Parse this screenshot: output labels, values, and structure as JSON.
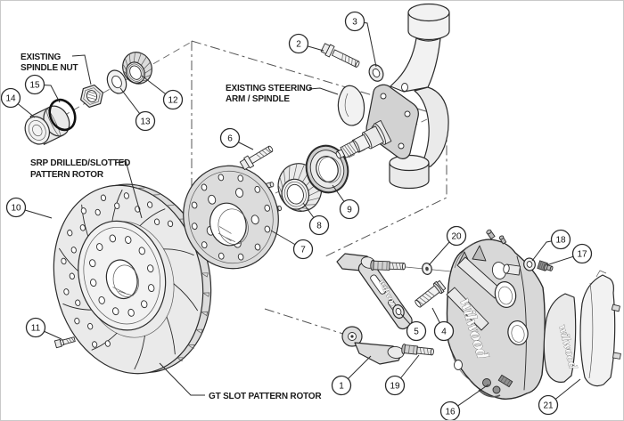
{
  "colors": {
    "background": "#ffffff",
    "line": "#2b2b2b",
    "fill_light": "#eaeaea",
    "fill_mid": "#d2d2d2",
    "fill_dark": "#8f8f8f"
  },
  "callouts": [
    {
      "n": "1"
    },
    {
      "n": "2"
    },
    {
      "n": "3"
    },
    {
      "n": "4"
    },
    {
      "n": "5"
    },
    {
      "n": "6"
    },
    {
      "n": "7"
    },
    {
      "n": "8"
    },
    {
      "n": "9"
    },
    {
      "n": "10"
    },
    {
      "n": "11"
    },
    {
      "n": "12"
    },
    {
      "n": "13"
    },
    {
      "n": "14"
    },
    {
      "n": "15"
    },
    {
      "n": "16"
    },
    {
      "n": "17"
    },
    {
      "n": "18"
    },
    {
      "n": "19"
    },
    {
      "n": "20"
    },
    {
      "n": "21"
    }
  ],
  "labels": {
    "existing_spindle_nut": {
      "line1": "EXISTING",
      "line2": "SPINDLE NUT"
    },
    "existing_steering_arm": {
      "line1": "EXISTING STEERING",
      "line2": "ARM / SPINDLE"
    },
    "srp_rotor": {
      "line1": "SRP DRILLED/SLOTTED",
      "line2": "PATTERN ROTOR"
    },
    "gt_rotor": {
      "line1": "GT SLOT PATTERN ROTOR"
    }
  },
  "branding": {
    "caliper_script": "wilwood",
    "pad_script": "wilwood",
    "bracket_script": "wilwood"
  }
}
